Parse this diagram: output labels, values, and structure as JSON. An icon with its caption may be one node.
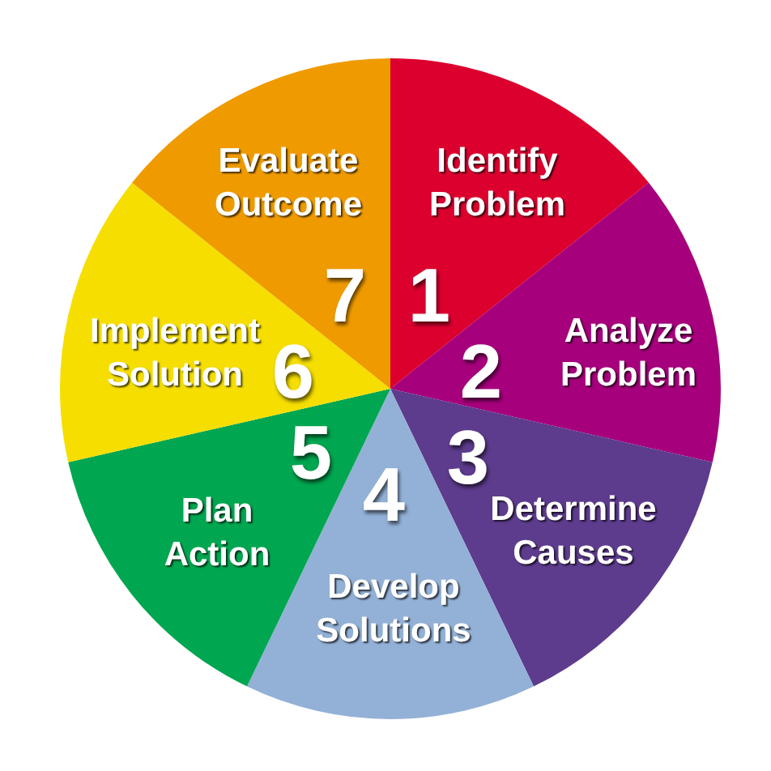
{
  "diagram": {
    "nodes": [
      {
        "text": [
          "Identify Problem",
          "1"
        ]
      },
      {
        "text": [
          "2",
          "Analyze Problem"
        ]
      },
      {
        "text": [
          "3",
          "Determine Causes"
        ]
      },
      {
        "text": [
          "4",
          "Develop Solutions"
        ]
      },
      {
        "text": [
          "5",
          "Plan Action"
        ]
      },
      {
        "text": [
          "Implement Solution",
          "6"
        ]
      },
      {
        "text": [
          "Evaluate Outcome",
          "7"
        ]
      }
    ]
  }
}
